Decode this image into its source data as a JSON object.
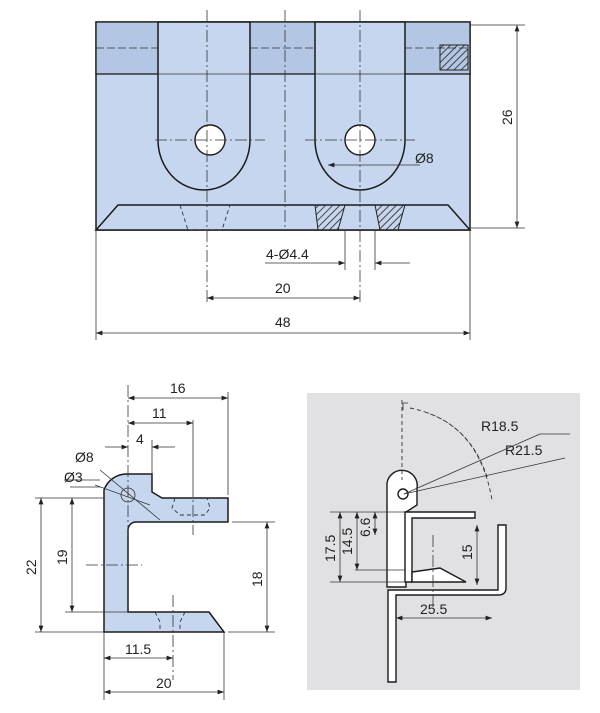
{
  "top_view": {
    "height": "26",
    "hole_dia": "Ø8",
    "screw_holes": "4-Ø4.4",
    "hole_spacing": "20",
    "width": "48"
  },
  "side_view": {
    "d16": "16",
    "d11": "11",
    "d4": "4",
    "pin_dia": "Ø8",
    "hole_dia": "Ø3",
    "h22": "22",
    "h19": "19",
    "h18": "18",
    "w11_5": "11.5",
    "w20": "20"
  },
  "swing_view": {
    "r1": "R18.5",
    "r2": "R21.5",
    "h17_5": "17.5",
    "h14_5": "14.5",
    "h6_6": "6.6",
    "h15": "15",
    "w25_5": "25.5"
  },
  "colors": {
    "part": "#c6d6ef",
    "panel": "#e1e1e3"
  }
}
